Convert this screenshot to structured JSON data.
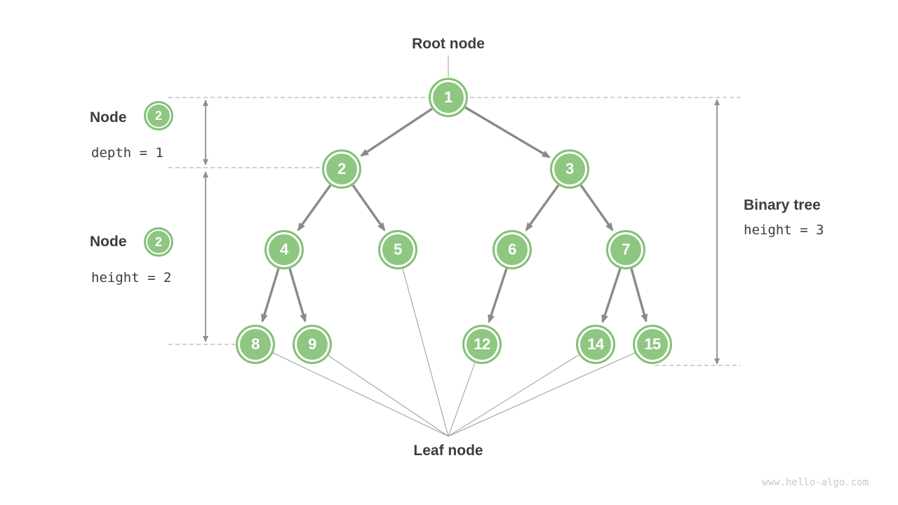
{
  "labels": {
    "root_node": "Root node",
    "leaf_node": "Leaf node",
    "node_depth": {
      "name": "Node",
      "badge": "2",
      "metric": "depth = 1"
    },
    "node_height": {
      "name": "Node",
      "badge": "2",
      "metric": "height = 2"
    },
    "binary_tree": {
      "name": "Binary tree",
      "metric": "height = 3"
    }
  },
  "watermark": "www.hello-algo.com",
  "colors": {
    "node_fill": "#8ec682",
    "node_border": "#85c078",
    "node_text": "#ffffff",
    "edge": "#8a8a8a",
    "thin_line": "#9a9a9a",
    "dashed_line": "#b3b3b3",
    "measure_arrow": "#8f8f8f",
    "label_text": "#3d3d3d",
    "watermark_text": "#c9c9c9"
  },
  "tree": {
    "nodes": [
      {
        "value": "1"
      },
      {
        "value": "2"
      },
      {
        "value": "3"
      },
      {
        "value": "4"
      },
      {
        "value": "5"
      },
      {
        "value": "6"
      },
      {
        "value": "7"
      },
      {
        "value": "8"
      },
      {
        "value": "9"
      },
      {
        "value": "12"
      },
      {
        "value": "14"
      },
      {
        "value": "15"
      }
    ],
    "edges": [
      [
        "1",
        "2"
      ],
      [
        "1",
        "3"
      ],
      [
        "2",
        "4"
      ],
      [
        "2",
        "5"
      ],
      [
        "3",
        "6"
      ],
      [
        "3",
        "7"
      ],
      [
        "4",
        "8"
      ],
      [
        "4",
        "9"
      ],
      [
        "6",
        "12"
      ],
      [
        "7",
        "14"
      ],
      [
        "7",
        "15"
      ]
    ],
    "leaves": [
      "8",
      "9",
      "5",
      "12",
      "14",
      "15"
    ]
  }
}
